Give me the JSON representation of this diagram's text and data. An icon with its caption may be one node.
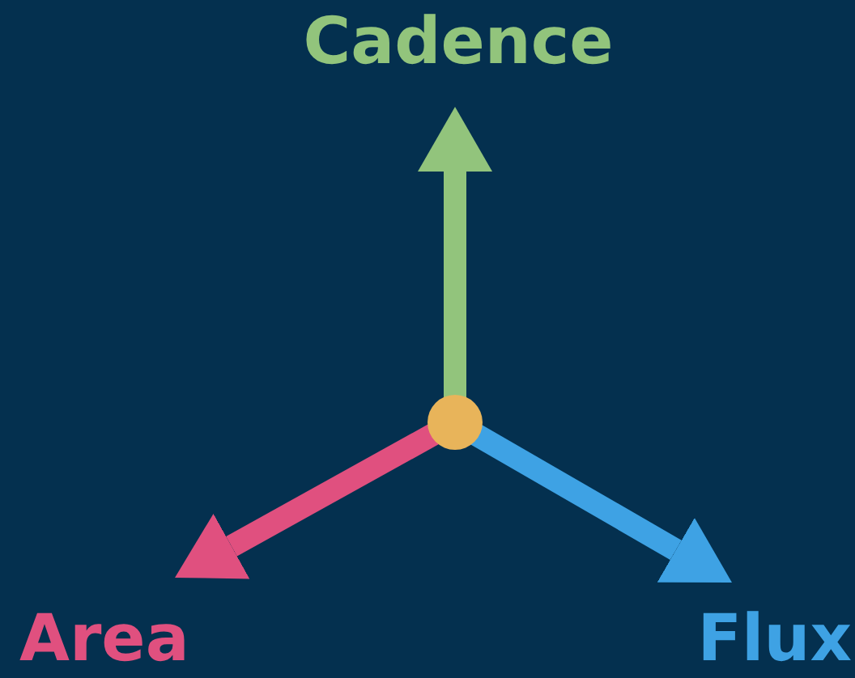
{
  "diagram": {
    "nodes": [
      {
        "text": [],
        "shape": "circle"
      },
      {
        "text": [
          "Cadence"
        ]
      },
      {
        "text": [
          "Area"
        ]
      },
      {
        "text": [
          "Flux"
        ]
      }
    ],
    "edges": [
      {
        "from": 0,
        "to": 1,
        "arrow": "to",
        "color": "#92c47c"
      },
      {
        "from": 0,
        "to": 2,
        "arrow": "to",
        "color": "#e0507f"
      },
      {
        "from": 0,
        "to": 3,
        "arrow": "to",
        "color": "#3ea2e4"
      }
    ]
  }
}
